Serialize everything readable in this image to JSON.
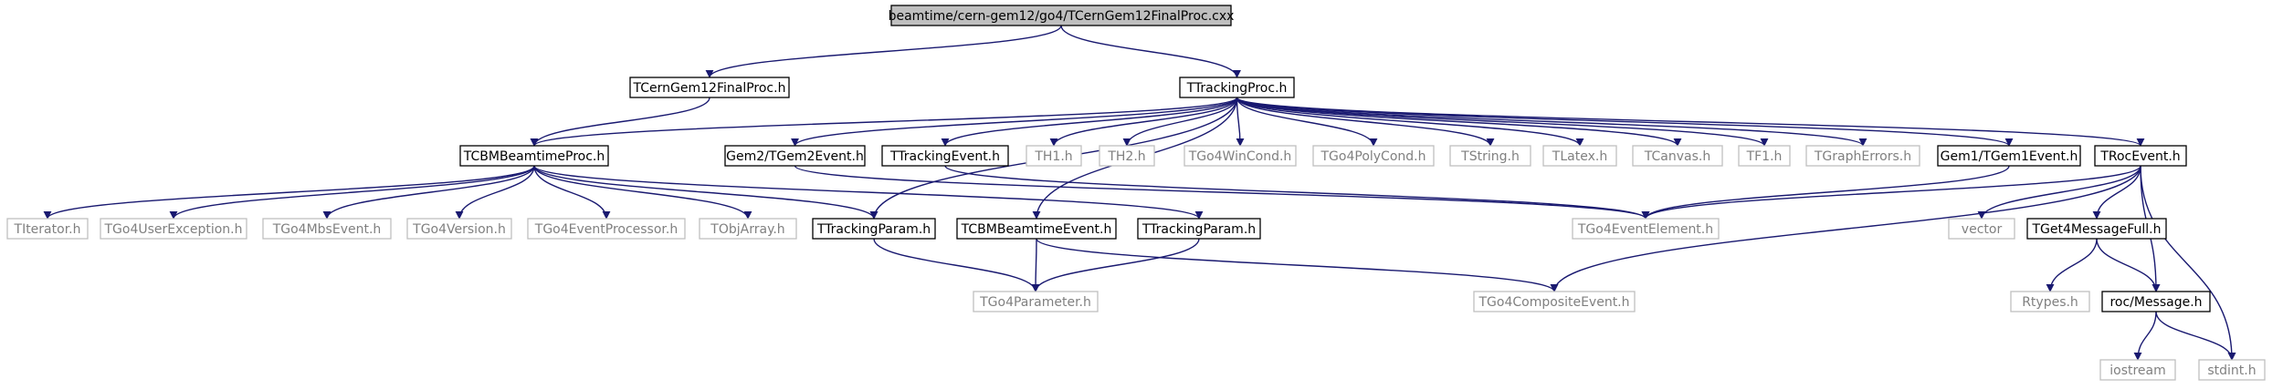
{
  "colors": {
    "edge": "#191970",
    "node_border_local": "#000000",
    "node_border_system": "#bfbfbf",
    "node_fill_root": "#bfbfbf",
    "node_fill": "#ffffff",
    "text_local": "#000000",
    "text_system": "#808080"
  },
  "nodes": [
    {
      "id": "root",
      "label": "beamtime/cern-gem12/go4/TCernGem12FinalProc.cxx",
      "kind": "root"
    },
    {
      "id": "finalproc_h",
      "label": "TCernGem12FinalProc.h",
      "kind": "local"
    },
    {
      "id": "trackingproc_h",
      "label": "TTrackingProc.h",
      "kind": "local"
    },
    {
      "id": "cbmbeamtimeproc_h",
      "label": "TCBMBeamtimeProc.h",
      "kind": "local"
    },
    {
      "id": "gem2event_h",
      "label": "Gem2/TGem2Event.h",
      "kind": "local"
    },
    {
      "id": "trackingevent_h",
      "label": "TTrackingEvent.h",
      "kind": "local"
    },
    {
      "id": "th1_h",
      "label": "TH1.h",
      "kind": "system"
    },
    {
      "id": "th2_h",
      "label": "TH2.h",
      "kind": "system"
    },
    {
      "id": "go4wincond_h",
      "label": "TGo4WinCond.h",
      "kind": "system"
    },
    {
      "id": "go4polycond_h",
      "label": "TGo4PolyCond.h",
      "kind": "system"
    },
    {
      "id": "tstring_h",
      "label": "TString.h",
      "kind": "system"
    },
    {
      "id": "tlatex_h",
      "label": "TLatex.h",
      "kind": "system"
    },
    {
      "id": "tcanvas_h",
      "label": "TCanvas.h",
      "kind": "system"
    },
    {
      "id": "tf1_h",
      "label": "TF1.h",
      "kind": "system"
    },
    {
      "id": "tgrapherrors_h",
      "label": "TGraphErrors.h",
      "kind": "system"
    },
    {
      "id": "gem1event_h",
      "label": "Gem1/TGem1Event.h",
      "kind": "local"
    },
    {
      "id": "trocevent_h",
      "label": "TRocEvent.h",
      "kind": "local"
    },
    {
      "id": "titerator_h",
      "label": "TIterator.h",
      "kind": "system"
    },
    {
      "id": "go4userexception_h",
      "label": "TGo4UserException.h",
      "kind": "system"
    },
    {
      "id": "go4mbsevent_h",
      "label": "TGo4MbsEvent.h",
      "kind": "system"
    },
    {
      "id": "go4version_h",
      "label": "TGo4Version.h",
      "kind": "system"
    },
    {
      "id": "go4eventprocessor_h",
      "label": "TGo4EventProcessor.h",
      "kind": "system"
    },
    {
      "id": "tobjarray_h",
      "label": "TObjArray.h",
      "kind": "system"
    },
    {
      "id": "trackingparam_a",
      "label": "TTrackingParam.h",
      "kind": "local"
    },
    {
      "id": "cbmbeamtimeevent_h",
      "label": "TCBMBeamtimeEvent.h",
      "kind": "local"
    },
    {
      "id": "trackingparam_b",
      "label": "TTrackingParam.h",
      "kind": "local"
    },
    {
      "id": "go4evelement_h",
      "label": "TGo4EventElement.h",
      "kind": "system"
    },
    {
      "id": "vector",
      "label": "vector",
      "kind": "system"
    },
    {
      "id": "tget4msgfull_h",
      "label": "TGet4MessageFull.h",
      "kind": "local"
    },
    {
      "id": "go4parameter_h",
      "label": "TGo4Parameter.h",
      "kind": "system"
    },
    {
      "id": "go4compositeevent_h",
      "label": "TGo4CompositeEvent.h",
      "kind": "system"
    },
    {
      "id": "rtypes_h",
      "label": "Rtypes.h",
      "kind": "system"
    },
    {
      "id": "rocmessage_h",
      "label": "roc/Message.h",
      "kind": "local"
    },
    {
      "id": "iostream",
      "label": "iostream",
      "kind": "system"
    },
    {
      "id": "stdint_h",
      "label": "stdint.h",
      "kind": "system"
    }
  ],
  "edges": [
    [
      "root",
      "finalproc_h"
    ],
    [
      "root",
      "trackingproc_h"
    ],
    [
      "finalproc_h",
      "cbmbeamtimeproc_h"
    ],
    [
      "trackingproc_h",
      "cbmbeamtimeproc_h"
    ],
    [
      "trackingproc_h",
      "gem2event_h"
    ],
    [
      "trackingproc_h",
      "trackingevent_h"
    ],
    [
      "trackingproc_h",
      "th1_h"
    ],
    [
      "trackingproc_h",
      "th2_h"
    ],
    [
      "trackingproc_h",
      "go4wincond_h"
    ],
    [
      "trackingproc_h",
      "go4polycond_h"
    ],
    [
      "trackingproc_h",
      "tstring_h"
    ],
    [
      "trackingproc_h",
      "tlatex_h"
    ],
    [
      "trackingproc_h",
      "tcanvas_h"
    ],
    [
      "trackingproc_h",
      "tf1_h"
    ],
    [
      "trackingproc_h",
      "tgrapherrors_h"
    ],
    [
      "trackingproc_h",
      "gem1event_h"
    ],
    [
      "trackingproc_h",
      "trocevent_h"
    ],
    [
      "trackingproc_h",
      "trackingparam_a"
    ],
    [
      "trackingproc_h",
      "cbmbeamtimeevent_h"
    ],
    [
      "cbmbeamtimeproc_h",
      "titerator_h"
    ],
    [
      "cbmbeamtimeproc_h",
      "go4userexception_h"
    ],
    [
      "cbmbeamtimeproc_h",
      "go4mbsevent_h"
    ],
    [
      "cbmbeamtimeproc_h",
      "go4version_h"
    ],
    [
      "cbmbeamtimeproc_h",
      "go4eventprocessor_h"
    ],
    [
      "cbmbeamtimeproc_h",
      "tobjarray_h"
    ],
    [
      "cbmbeamtimeproc_h",
      "trackingparam_a"
    ],
    [
      "cbmbeamtimeproc_h",
      "trackingparam_b"
    ],
    [
      "gem2event_h",
      "go4evelement_h"
    ],
    [
      "trackingevent_h",
      "go4evelement_h"
    ],
    [
      "gem1event_h",
      "go4evelement_h"
    ],
    [
      "trocevent_h",
      "go4evelement_h"
    ],
    [
      "trocevent_h",
      "vector"
    ],
    [
      "trocevent_h",
      "tget4msgfull_h"
    ],
    [
      "trocevent_h",
      "rocmessage_h"
    ],
    [
      "trocevent_h",
      "stdint_h"
    ],
    [
      "trocevent_h",
      "go4compositeevent_h"
    ],
    [
      "trackingparam_a",
      "go4parameter_h"
    ],
    [
      "cbmbeamtimeevent_h",
      "go4parameter_h"
    ],
    [
      "cbmbeamtimeevent_h",
      "go4compositeevent_h"
    ],
    [
      "trackingparam_b",
      "go4parameter_h"
    ],
    [
      "tget4msgfull_h",
      "rtypes_h"
    ],
    [
      "tget4msgfull_h",
      "rocmessage_h"
    ],
    [
      "rocmessage_h",
      "iostream"
    ],
    [
      "rocmessage_h",
      "stdint_h"
    ]
  ]
}
